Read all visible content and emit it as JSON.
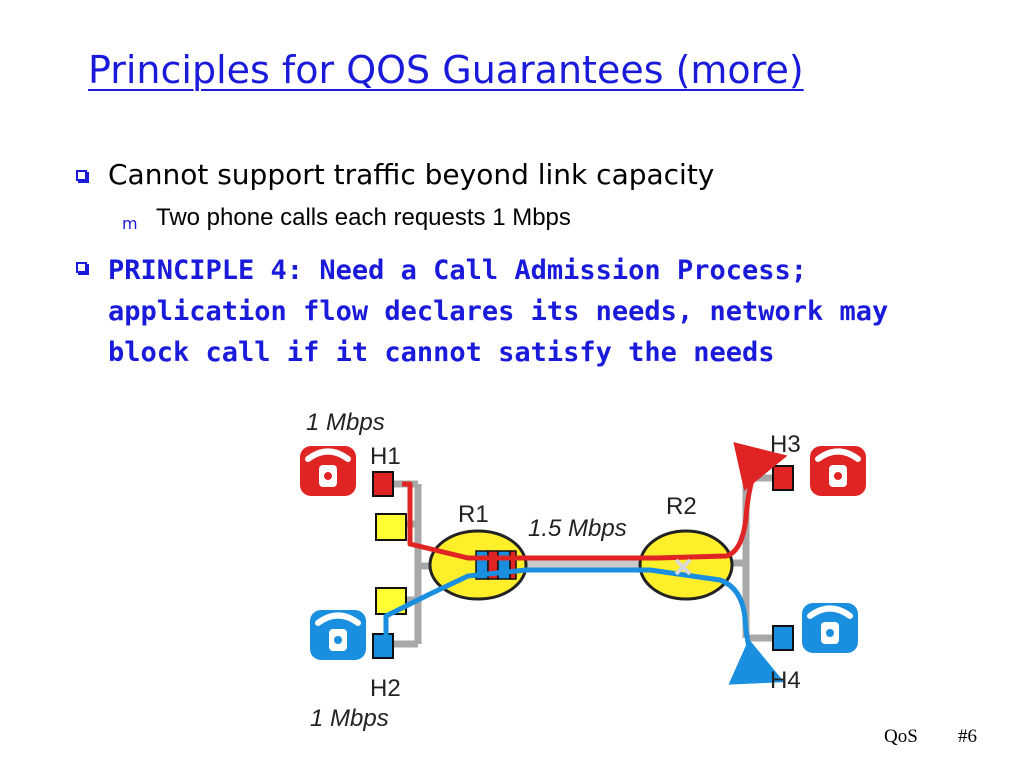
{
  "slide": {
    "title": "Principles for QOS Guarantees (more)",
    "bullets": [
      {
        "text": "Cannot support traffic beyond link capacity",
        "sub": [
          {
            "marker": "m",
            "text": "Two phone calls each requests 1 Mbps"
          }
        ]
      },
      {
        "lines": [
          "PRINCIPLE 4: Need a Call Admission Process;",
          "application flow declares its needs, network may",
          "block call if it cannot satisfy the needs"
        ]
      }
    ],
    "footer": {
      "label": "QoS",
      "page": "#6"
    }
  },
  "diagram": {
    "hosts": [
      "H1",
      "H2",
      "H3",
      "H4"
    ],
    "routers": [
      "R1",
      "R2"
    ],
    "link_label": "1.5 Mbps",
    "flow_labels": {
      "top": "1 Mbps",
      "bottom": "1 Mbps"
    },
    "colors": {
      "red_flow": "#e02424",
      "blue_flow": "#1a8fe0",
      "router_fill": "#ffee2a",
      "switch_fill": "#ffff33",
      "link_gray": "#a8a8a8",
      "title_blue": "#1a1adb"
    },
    "icons": [
      "telephone-icon"
    ]
  }
}
